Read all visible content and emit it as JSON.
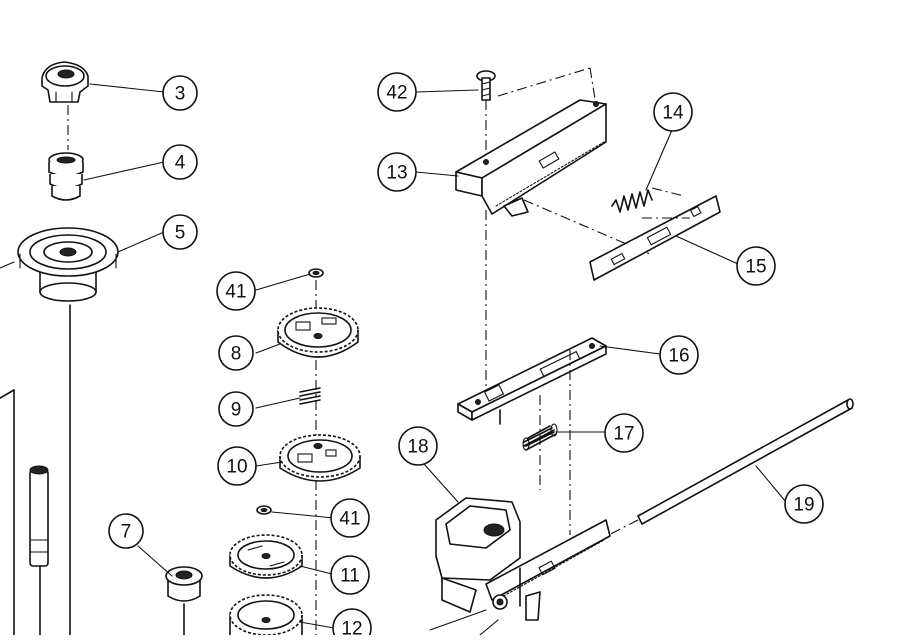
{
  "callouts": [
    "3",
    "4",
    "5",
    "41",
    "8",
    "9",
    "10",
    "7",
    "41",
    "11",
    "12",
    "42",
    "13",
    "14",
    "15",
    "16",
    "17",
    "18",
    "19"
  ]
}
